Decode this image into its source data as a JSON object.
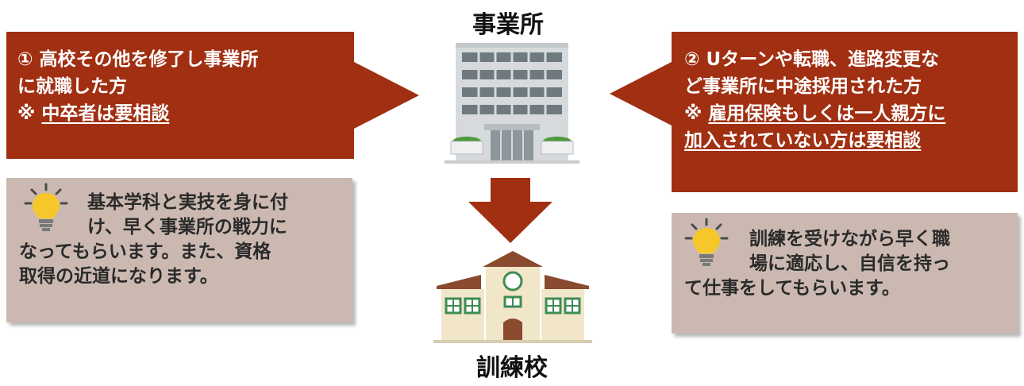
{
  "top_label": "事業所",
  "bottom_label": "訓練校",
  "left_arrow": {
    "line1": "① 高校その他を修了し事業所",
    "line2": "に就職した方",
    "note_prefix": "※ ",
    "note_underlined": "中卒者は要相談"
  },
  "right_arrow": {
    "line1": "② Uターンや転職、進路変更な",
    "line2": "ど事業所に中途採用された方",
    "note_prefix": "※ ",
    "note_underlined_1": "雇用保険もしくは一人親方に",
    "note_underlined_2": "加入されていない方は要相談"
  },
  "left_note": {
    "line1": "基本学科と実技を身に付",
    "line2": "け、早く事業所の戦力に",
    "line3": "なってもらいます。また、資格",
    "line4": "取得の近道になります。"
  },
  "right_note": {
    "line1": "訓練を受けながら早く職",
    "line2": "場に適応し、自信を持っ",
    "line3": "て仕事をしてもらいます。"
  },
  "colors": {
    "arrow_red": "#a12f12",
    "note_bg": "#cbb9b1",
    "bulb_yellow": "#f6c72a"
  },
  "icons": [
    "office-building-icon",
    "school-building-icon",
    "lightbulb-icon"
  ]
}
